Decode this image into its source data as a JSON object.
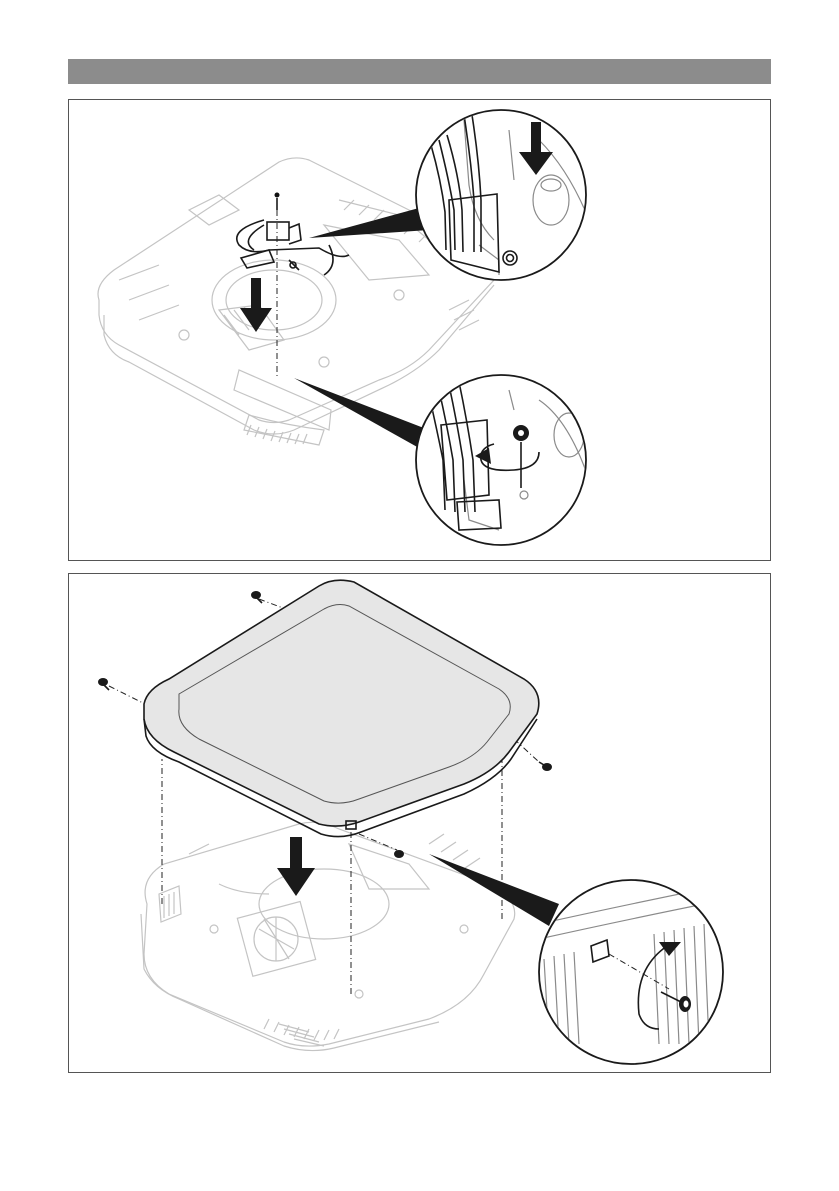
{
  "page": {
    "header_bar_color": "#8c8c8c",
    "line_color": "#1a1a1a",
    "ghost_color": "#c4c4c4",
    "lid_fill": "#e4e4e4"
  },
  "panel_1": {
    "icons": [
      "housing-base-ghost",
      "cable-clamp",
      "screw",
      "down-arrow",
      "detail-circle-cables",
      "detail-circle-screw-rotate"
    ]
  },
  "panel_2": {
    "icons": [
      "lid-cover",
      "screw",
      "housing-base-ghost",
      "down-arrow",
      "detail-circle-side-screw-rotate"
    ]
  }
}
